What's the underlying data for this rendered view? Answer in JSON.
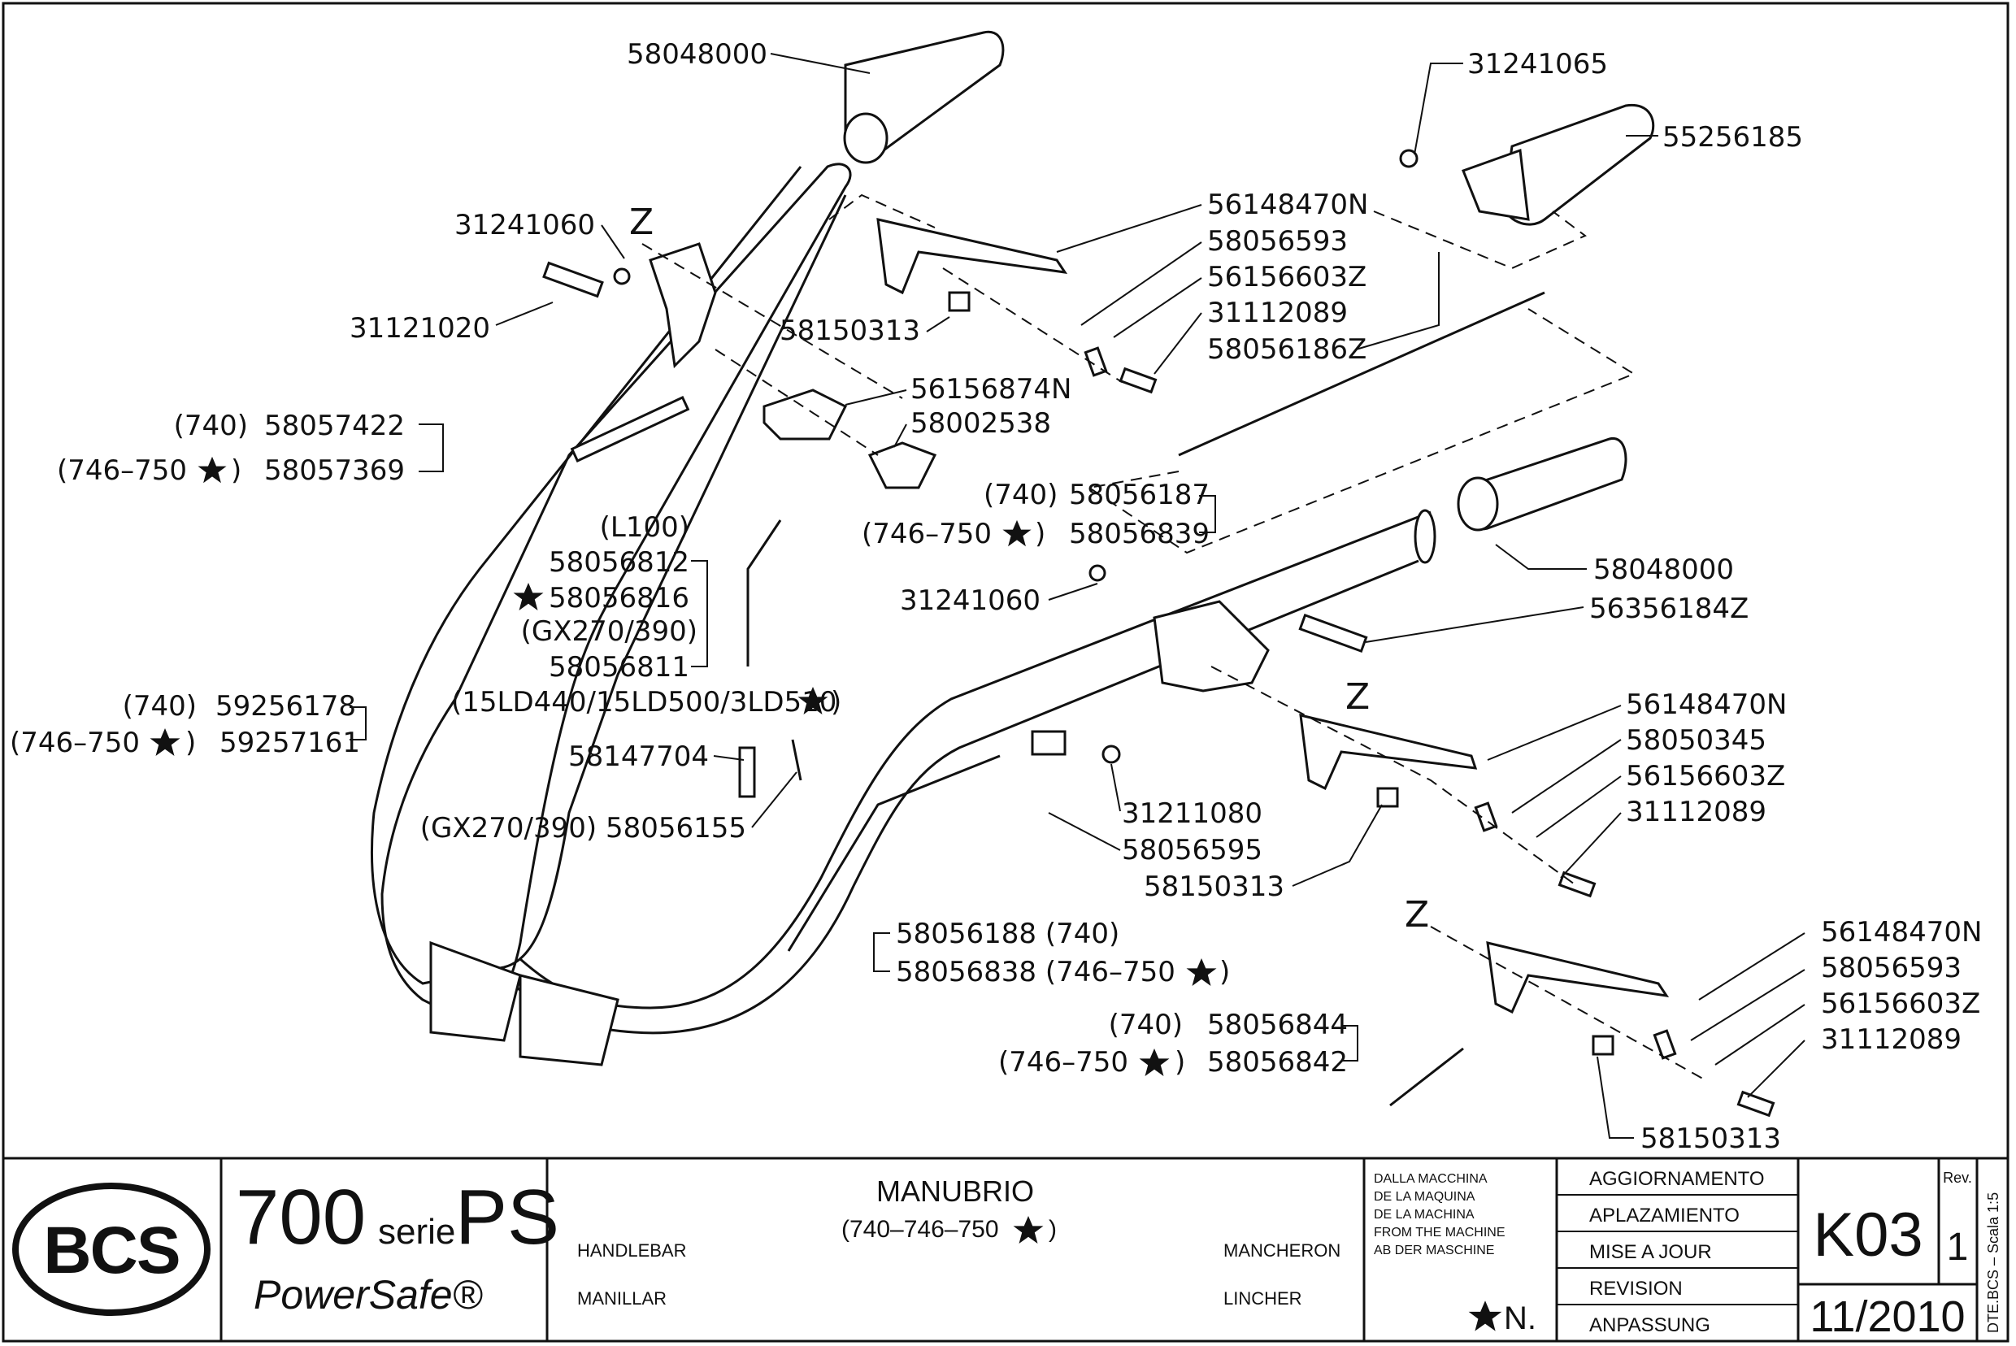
{
  "labels": {
    "p58048000a": "58048000",
    "p31241065": "31241065",
    "p55256185": "55256185",
    "p31241060a": "31241060",
    "z1": "Z",
    "p31121020": "31121020",
    "p56148470N_a": "56148470N",
    "p58056593_a": "58056593",
    "p56156603Z_a": "56156603Z",
    "p31112089_a": "31112089",
    "p58056186Z": "58056186Z",
    "p58150313_a": "58150313",
    "p56156874N": "56156874N",
    "p58002538": "58002538",
    "l740a": "(740)",
    "p58057422": "58057422",
    "l746_750a": "(746–750",
    "p58057369": "58057369",
    "l740b": "(740)",
    "p58056187": "58056187",
    "l746_750b": "(746–750",
    "p58056839": "58056839",
    "lL100": "(L100)",
    "p58056812": "58056812",
    "p58056816": "58056816",
    "lGX270_390a": "(GX270/390)",
    "p58056811": "58056811",
    "l15LD": "(15LD440/15LD500/3LD510",
    "p58048000b": "58048000",
    "p31241060b": "31241060",
    "p56356184Z": "56356184Z",
    "z2": "Z",
    "l740c": "(740)",
    "p59256178": "59256178",
    "l746_750c": "(746–750",
    "p59257161": "59257161",
    "p58147704": "58147704",
    "p58056155": "(GX270/390) 58056155",
    "p56148470N_b": "56148470N",
    "p58050345": "58050345",
    "p56156603Z_b": "56156603Z",
    "p31112089_b": "31112089",
    "p31211080": "31211080",
    "p58056595": "58056595",
    "p58150313_b": "58150313",
    "p58056188": "58056188 (740)",
    "p58056838": "58056838 (746–750",
    "z3": "Z",
    "p56148470N_c": "56148470N",
    "p58056593_c": "58056593",
    "p56156603Z_c": "56156603Z",
    "p31112089_c": "31112089",
    "l740d": "(740)",
    "p58056844": "58056844",
    "l746_750d": "(746–750",
    "p58056842": "58056842",
    "p58150313_c": "58150313",
    "close_paren": ")"
  },
  "title_block": {
    "logo": "BCS",
    "model_number": "700",
    "model_serie": "serie",
    "model_ps": "PS",
    "model_name": "PowerSafe®",
    "lang_en": "HANDLEBAR",
    "lang_es": "MANILLAR",
    "title_it": "MANUBRIO",
    "title_models": "(740–746–750",
    "lang_fr": "MANCHERON",
    "lang_de": "LINCHER",
    "from_machine": [
      "DALLA MACCHINA",
      "DE LA MAQUINA",
      "DE LA MACHINA",
      "FROM THE MACHINE",
      "AB DER MASCHINE"
    ],
    "serial_mark": "N.",
    "revision_labels": [
      "AGGIORNAMENTO",
      "APLAZAMIENTO",
      "MISE A JOUR",
      "REVISION",
      "ANPASSUNG"
    ],
    "sheet_code": "K03",
    "rev_label": "Rev.",
    "rev_number": "1",
    "date": "11/2010",
    "side_note": "DTE.BCS – Scala 1:5"
  }
}
